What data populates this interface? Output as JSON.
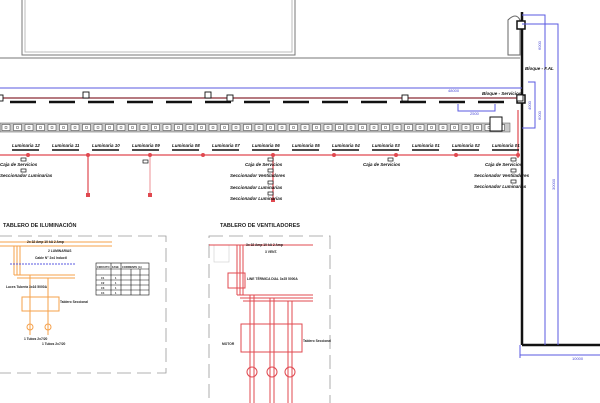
{
  "drawing": {
    "luminaria_labels": [
      "Luminaria 12",
      "Luminaria 11",
      "Luminaria 10",
      "Luminaria 09",
      "Luminaria 08",
      "Luminaria 07",
      "Luminaria 06",
      "Luminaria 05",
      "Luminaria 04",
      "Luminaria 03",
      "Luminaria 01",
      "Luminaria 02",
      "Luminaria 01"
    ],
    "bloque_fal": "Bloque - F.AL",
    "bloque_servicios": "Bloque - Servicios",
    "caja_servicios": "Caja de Servicios",
    "seccionador_luminarias": "Seccionador Luminarias",
    "seccionador_ventiladores": "Seccionador Ventiladores",
    "dims": {
      "d1": "6000",
      "d2": "4000",
      "d3": "6000",
      "d4": "2500",
      "d5": "48000",
      "d6": "30000",
      "d7": "10000"
    }
  },
  "panels": {
    "iluminacion": {
      "title": "TABLERO DE ILUMINACIÓN",
      "main_feed": "2x 32 Amp 10 kA 2 Amp",
      "label_a": "2 LUMINARIAS",
      "label_b": "Cable N° 2x4 InductI",
      "label_c": "Luces Tubería 3x16 5000A",
      "label_d": "Tablero Seccional",
      "circuits": [
        "1 Tubos 2x7/20",
        "1 Tubos 2x7/20"
      ],
      "table_headers": [
        "CIRCUITO",
        "FASE",
        "CORRIENTE (A)"
      ],
      "table_rows": [
        [
          "C1",
          "1"
        ],
        [
          "C2",
          "1"
        ],
        [
          "C3",
          "1"
        ],
        [
          "C4",
          "1"
        ]
      ]
    },
    "ventiladores": {
      "title": "TABLERO DE VENTILADORES",
      "main_feed": "3x 32 Amp 10 kA 2 Amp",
      "label_a": "3 VENT.",
      "label_b": "LINE TÉRMICA DIAL 3x25 5000A",
      "label_c": "Tablero Seccional",
      "label_d": "MOTOR"
    }
  },
  "colors": {
    "red": "#e0484f",
    "blue": "#5a5ae0",
    "orange": "#f5a04a",
    "dark": "#111111"
  }
}
